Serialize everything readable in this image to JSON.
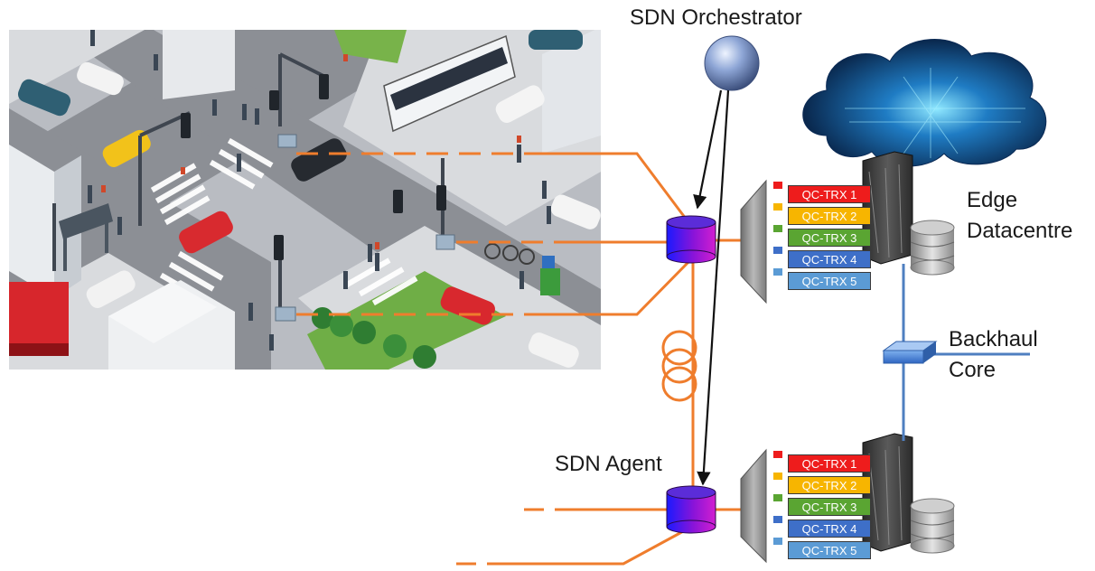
{
  "labels": {
    "orchestrator": "SDN Orchestrator",
    "agent": "SDN Agent",
    "edge_line1": "Edge",
    "edge_line2": "Datacentre",
    "backhaul_line1": "Backhaul",
    "backhaul_line2": "Core"
  },
  "transceivers_top": [
    {
      "label": "QC-TRX 1",
      "color": "#ee1c1c"
    },
    {
      "label": "QC-TRX 2",
      "color": "#f7b500"
    },
    {
      "label": "QC-TRX 3",
      "color": "#5aa532"
    },
    {
      "label": "QC-TRX 4",
      "color": "#3e6fc8"
    },
    {
      "label": "QC-TRX 5",
      "color": "#5b9bd5"
    }
  ],
  "transceivers_bottom": [
    {
      "label": "QC-TRX 1",
      "color": "#ee1c1c"
    },
    {
      "label": "QC-TRX 2",
      "color": "#f7b500"
    },
    {
      "label": "QC-TRX 3",
      "color": "#5aa532"
    },
    {
      "label": "QC-TRX 4",
      "color": "#3e6fc8"
    },
    {
      "label": "QC-TRX 5",
      "color": "#5b9bd5"
    }
  ],
  "colors": {
    "fiber": "#ef7d2d",
    "backhaul_link": "#4f7fc0",
    "arrow": "#111111"
  }
}
